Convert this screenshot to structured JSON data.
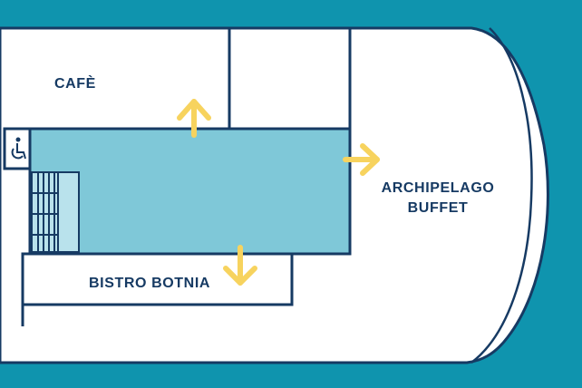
{
  "map": {
    "labels": {
      "cafe": "CAFÈ",
      "archipelago_line1": "ARCHIPELAGO",
      "archipelago_line2": "BUFFET",
      "bistro": "BISTRO BOTNIA"
    },
    "icons": {
      "accessibility": "wheelchair-icon",
      "arrows": [
        "arrow-up-icon",
        "arrow-right-icon",
        "arrow-down-icon"
      ],
      "stairs": "stairs-icon"
    },
    "colors": {
      "sea": "#0f94ae",
      "deck": "#ffffff",
      "walls": "#163a63",
      "central_hall": "#7fc8d8",
      "stairs": "#b9e2ec",
      "arrows": "#f7d35e"
    }
  }
}
